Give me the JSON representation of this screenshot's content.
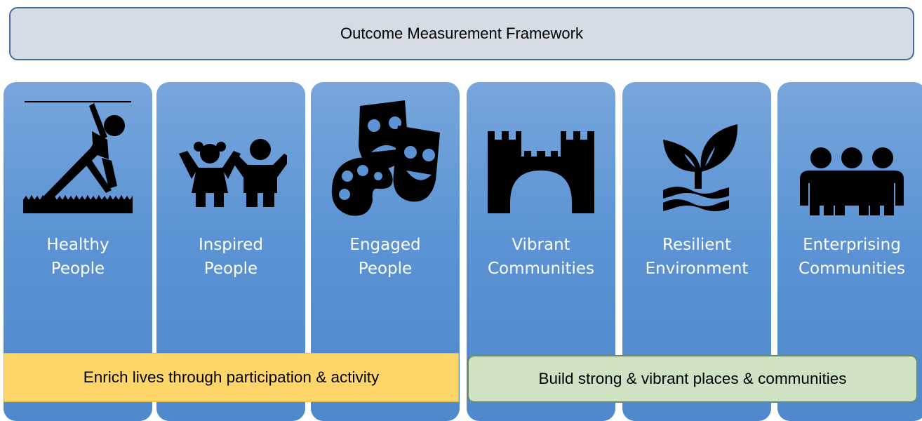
{
  "header": {
    "title": "Outcome Measurement Framework"
  },
  "columns": [
    {
      "line1": "Healthy",
      "line2": "People",
      "icon": "yoga-stretch-icon"
    },
    {
      "line1": "Inspired",
      "line2": "People",
      "icon": "children-icon"
    },
    {
      "line1": "Engaged",
      "line2": "People",
      "icon": "arts-masks-palette-icon"
    },
    {
      "line1": "Vibrant",
      "line2": "Communities",
      "icon": "castle-gate-icon"
    },
    {
      "line1": "Resilient",
      "line2": "Environment",
      "icon": "sprout-water-icon"
    },
    {
      "line1": "Enterprising",
      "line2": "Communities",
      "icon": "group-people-icon"
    }
  ],
  "banners": {
    "left": "Enrich lives through participation & activity",
    "right": "Build strong & vibrant places & communities"
  },
  "colors": {
    "column_blue": "#5b93d4",
    "header_fill": "#d6dce6",
    "left_banner": "#fdd568",
    "right_banner": "#cfe3c4"
  }
}
